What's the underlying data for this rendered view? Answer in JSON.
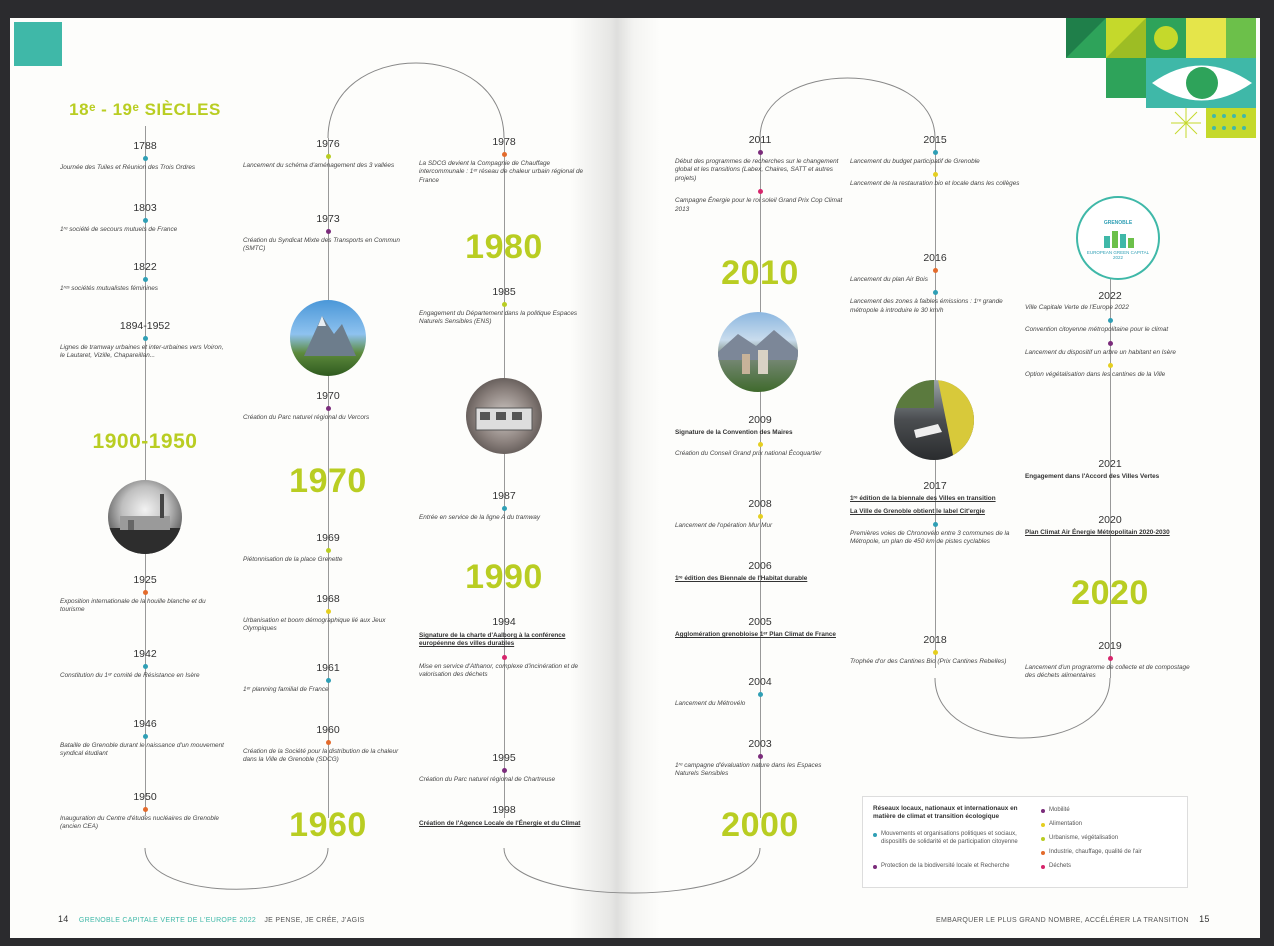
{
  "colors": {
    "lime": "#b9cd22",
    "teal": "#2f9fb5",
    "purple": "#7b2c7b",
    "orange": "#e36b2c",
    "yellow": "#e5cf20",
    "pink": "#d6256b",
    "darkteal": "#1f6f7d"
  },
  "section_title": "18ᵉ - 19ᵉ SIÈCLES",
  "decades": {
    "d1900": "1900-1950",
    "d1960": "1960",
    "d1970": "1970",
    "d1980": "1980",
    "d1990": "1990",
    "d2000": "2000",
    "d2010": "2010",
    "d2020": "2020"
  },
  "col1": [
    {
      "year": "1788",
      "text": "Journée des Tuiles et Réunion des Trois Ordres"
    },
    {
      "year": "1803",
      "text": "1ʳᵉ société de secours mutuels de France"
    },
    {
      "year": "1822",
      "text": "1ʳᵉˢ sociétés mutualistes féminines"
    },
    {
      "year": "1894-1952",
      "text": "Lignes de tramway urbaines et inter-urbaines vers Voiron, le Lautaret, Vizille, Chapareillan..."
    },
    {
      "year": "1925",
      "text": "Exposition internationale de la houille blanche et du tourisme"
    },
    {
      "year": "1942",
      "text": "Constitution du 1ᵉʳ comité de Résistance en Isère"
    },
    {
      "year": "1946",
      "text": "Bataille de Grenoble durant le naissance d'un mouvement syndical étudiant"
    },
    {
      "year": "1950",
      "text": "Inauguration du Centre d'études nucléaires de Grenoble (ancien CEA)"
    }
  ],
  "col2": [
    {
      "year": "1976",
      "text": "Lancement du schéma d'aménagement des 3 vallées"
    },
    {
      "year": "1973",
      "text": "Création du Syndicat Mixte des Transports en Commun (SMTC)"
    },
    {
      "year": "1970",
      "text": "Création du Parc naturel régional du Vercors"
    },
    {
      "year": "1969",
      "text": "Piétonnisation de la place Grenette"
    },
    {
      "year": "1968",
      "text": "Urbanisation et boom démographique lié aux Jeux Olympiques"
    },
    {
      "year": "1961",
      "text": "1ᵉʳ planning familial de France"
    },
    {
      "year": "1960",
      "text": "Création de la Société pour la distribution de la chaleur dans la Ville de Grenoble (SDCG)"
    }
  ],
  "col3": [
    {
      "year": "1978",
      "text": "La SDCG devient la Compagnie de Chauffage intercommunale : 1ᵉʳ réseau de chaleur urbain régional de France"
    },
    {
      "year": "1985",
      "text": "Engagement du Département dans la politique Espaces Naturels Sensibles (ENS)"
    },
    {
      "year": "1987",
      "text": "Entrée en service de la ligne A du tramway"
    },
    {
      "year": "1994",
      "text": "Signature de la charte d'Aalborg à la conférence européenne des villes durables",
      "bold": true
    },
    {
      "year": "",
      "text": "Mise en service d'Athanor, complexe d'incinération et de valorisation des déchets"
    },
    {
      "year": "1995",
      "text": "Création du Parc naturel régional de Chartreuse"
    },
    {
      "year": "1998",
      "text": "Création de l'Agence Locale de l'Énergie et du Climat",
      "bold": true
    }
  ],
  "col4": [
    {
      "year": "2011",
      "text": "Début des programmes de recherches sur le changement global et les transitions (Labex, Chaires, SATT et autres projets)"
    },
    {
      "year": "",
      "text": "Campagne Énergie pour le roi soleil Grand Prix Cop Climat 2013"
    },
    {
      "year": "2009",
      "text": "Signature de la Convention des Maires",
      "bold": true
    },
    {
      "year": "",
      "text": "Création du Conseil Grand prix national Écoquartier"
    },
    {
      "year": "2008",
      "text": "Lancement de l'opération Mur Mur"
    },
    {
      "year": "2006",
      "text": "1ʳᵉ édition des Biennale de l'Habitat durable",
      "bold": true
    },
    {
      "year": "2005",
      "text": "Agglomération grenobloise 1ᵉʳ Plan Climat de France",
      "bold": true
    },
    {
      "year": "2004",
      "text": "Lancement du Métrovélo"
    },
    {
      "year": "2003",
      "text": "1ʳᵉ campagne d'évaluation nature dans les Espaces Naturels Sensibles"
    }
  ],
  "col5": [
    {
      "year": "2015",
      "text": "Lancement du budget participatif de Grenoble"
    },
    {
      "year": "",
      "text": "Lancement de la restauration bio et locale dans les collèges"
    },
    {
      "year": "2016",
      "text": "Lancement du plan Air Bois"
    },
    {
      "year": "",
      "text": "Lancement des zones à faibles émissions : 1ʳᵉ grande métropole à introduire le 30 km/h"
    },
    {
      "year": "2017",
      "text": "1ʳᵉ édition de la biennale des Villes en transition",
      "bold": true
    },
    {
      "year": "",
      "text": "La Ville de Grenoble obtient le label Cit'ergie",
      "bold": true
    },
    {
      "year": "",
      "text": "Premières voies de Chronovélo entre 3 communes de la Métropole, un plan de 450 km de pistes cyclables"
    },
    {
      "year": "2018",
      "text": "Trophée d'or des Cantines Bio (Prix Cantines Rebelles)"
    }
  ],
  "col6": [
    {
      "year": "2022",
      "text": "Ville Capitale Verte de l'Europe 2022"
    },
    {
      "year": "",
      "text": "Convention citoyenne métropolitaine pour le climat"
    },
    {
      "year": "",
      "text": "Lancement du dispositif un arbre un habitant en Isère"
    },
    {
      "year": "",
      "text": "Option végétalisation dans les cantines de la Ville"
    },
    {
      "year": "2021",
      "text": "Engagement dans l'Accord des Villes Vertes",
      "bold": true
    },
    {
      "year": "2020",
      "text": "Plan Climat Air Énergie Métropolitain 2020-2030",
      "bold": true
    },
    {
      "year": "2019",
      "text": "Lancement d'un programme de collecte et de compostage des déchets alimentaires"
    }
  ],
  "badge": {
    "line1": "GRENOBLE",
    "line2": "EUROPEAN GREEN CAPITAL 2022"
  },
  "legend": {
    "title": "Réseaux locaux, nationaux et internationaux en matière de climat et transition écologique",
    "items": [
      {
        "color": "#2f9fb5",
        "text": "Mouvements et organisations politiques et sociaux, dispositifs de solidarité et de participation citoyenne"
      },
      {
        "color": "#7b2c7b",
        "text": "Protection de la biodiversité locale et Recherche"
      }
    ],
    "items2": [
      {
        "color": "#7b2c7b",
        "text": "Mobilité"
      },
      {
        "color": "#e5cf20",
        "text": "Alimentation"
      },
      {
        "color": "#b9cd22",
        "text": "Urbanisme, végétalisation"
      },
      {
        "color": "#e36b2c",
        "text": "Industrie, chauffage, qualité de l'air"
      },
      {
        "color": "#d6256b",
        "text": "Déchets"
      }
    ]
  },
  "footer": {
    "left_num": "14",
    "left_text": "GRENOBLE CAPITALE VERTE DE L'EUROPE 2022",
    "left_sub": "JE PENSE, JE CRÉE, J'AGIS",
    "right_text": "EMBARQUER LE PLUS GRAND NOMBRE, ACCÉLÉRER LA TRANSITION",
    "right_num": "15"
  }
}
